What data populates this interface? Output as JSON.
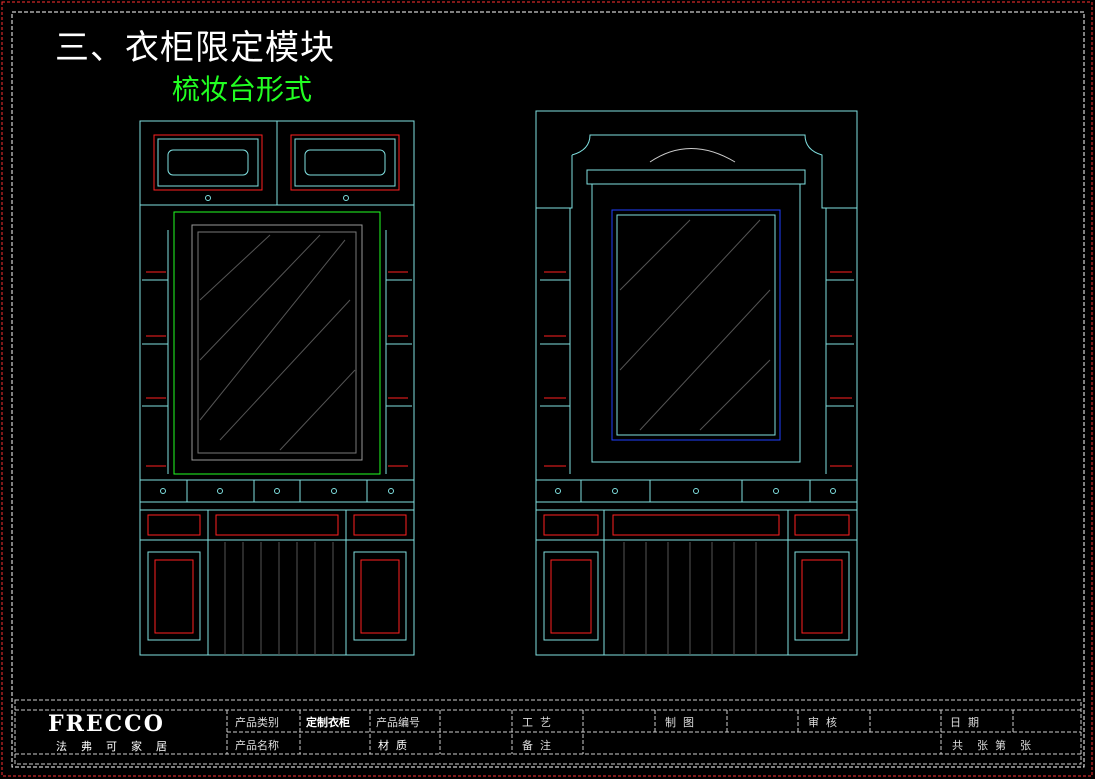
{
  "title": "三、衣柜限定模块",
  "subtitle": "梳妆台形式",
  "logo": {
    "brand": "FRECCO",
    "tagline": "法弗可家居"
  },
  "title_block": {
    "product_category_label": "产品类别",
    "product_category_value": "定制衣柜",
    "product_number_label": "产品编号",
    "process_label": "工  艺",
    "drawing_label": "制  图",
    "review_label": "审  核",
    "date_label": "日  期",
    "product_name_label": "产品名称",
    "material_label": "材  质",
    "remarks_label": "备  注",
    "sheets_label": "共    张  第    张"
  },
  "colors": {
    "cyan": "#7fe0e0",
    "red": "#ff2020",
    "green": "#22ff22",
    "blue": "#2040ff",
    "border": "#ff3030"
  }
}
